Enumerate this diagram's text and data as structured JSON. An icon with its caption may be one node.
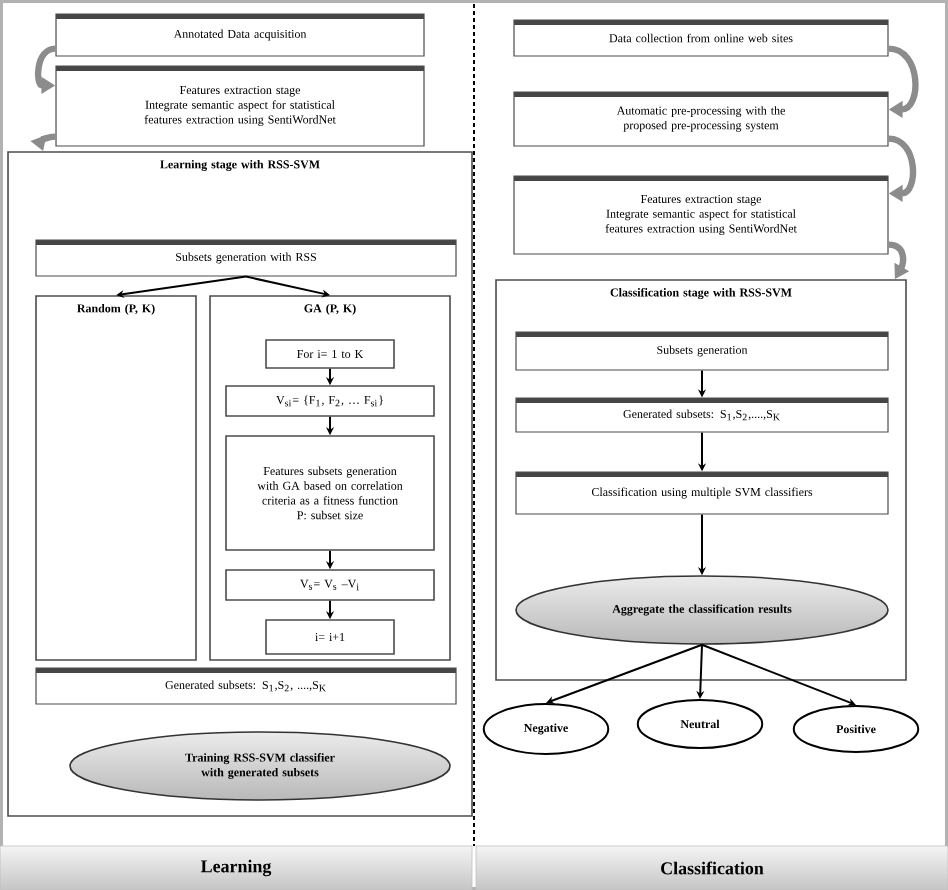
{
  "diagram": {
    "nodes": [
      {
        "text": [
          "Annotated Data acquisition"
        ]
      },
      {
        "text": [
          "Features extraction stage",
          "Integrate semantic aspect for statistical features extraction using SentiWordNet"
        ]
      },
      {
        "text": [
          "Learning stage with RSS-SVM"
        ]
      },
      {
        "text": [
          "Subsets generation with RSS"
        ],
        "in": 2
      },
      {
        "text": [
          "Random (P, K)"
        ],
        "in": 2
      },
      {
        "text": [
          "GA (P, K)"
        ],
        "in": 2
      },
      {
        "text": [
          "For i= 1 to K"
        ],
        "in": 5
      },
      {
        "text": [
          "V$_{si}$= {F$_{1}$, F$_{2}$, … F$_{si}$}"
        ],
        "in": 5
      },
      {
        "text": [
          "Features subsets generation with GA based on correlation criteria as a fitness function",
          "P: subset size"
        ],
        "in": 5
      },
      {
        "text": [
          "V$_{s}$= V$_{s}$ –V$_{i}$"
        ],
        "in": 5
      },
      {
        "text": [
          "i= i+1"
        ],
        "in": 5
      },
      {
        "text": [
          "Generated subsets: S$_{1}$,S$_{2}$, ....,S$_{K}$"
        ],
        "in": 2
      },
      {
        "text": [
          "Training RSS-SVM classifier with generated subsets"
        ],
        "in": 2
      },
      {
        "text": [
          "Data collection from online web sites"
        ]
      },
      {
        "text": [
          "Automatic pre-processing with the proposed pre-processing system"
        ]
      },
      {
        "text": [
          "Features extraction stage",
          "Integrate semantic aspect for statistical features extraction using SentiWordNet"
        ]
      },
      {
        "text": [
          "Classification stage with RSS-SVM"
        ]
      },
      {
        "text": [
          "Subsets generation"
        ],
        "in": 16
      },
      {
        "text": [
          "Generated subsets: S$_{1}$,S$_{2}$,....,S$_{K}$"
        ],
        "in": 16
      },
      {
        "text": [
          "Classification using multiple SVM classifiers"
        ],
        "in": 16
      },
      {
        "text": [
          "Aggregate the classification results"
        ],
        "in": 16
      },
      {
        "text": [
          "Negative"
        ]
      },
      {
        "text": [
          "Neutral"
        ]
      },
      {
        "text": [
          "Positive"
        ]
      },
      {
        "text": [
          "Learning"
        ]
      },
      {
        "text": [
          "Classification"
        ]
      }
    ],
    "edges": [
      {
        "from": 0,
        "to": 1,
        "arrow": "to",
        "style": "thick",
        "color": "#8c8c8c"
      },
      {
        "from": 1,
        "to": 2,
        "arrow": "to",
        "style": "thick",
        "color": "#8c8c8c"
      },
      {
        "from": 3,
        "to": 4,
        "arrow": "to"
      },
      {
        "from": 3,
        "to": 5,
        "arrow": "to"
      },
      {
        "from": 6,
        "to": 7,
        "arrow": "to"
      },
      {
        "from": 7,
        "to": 8,
        "arrow": "to"
      },
      {
        "from": 8,
        "to": 9,
        "arrow": "to"
      },
      {
        "from": 9,
        "to": 10,
        "arrow": "to"
      },
      {
        "from": 13,
        "to": 14,
        "arrow": "to",
        "style": "thick",
        "color": "#8c8c8c"
      },
      {
        "from": 14,
        "to": 15,
        "arrow": "to",
        "style": "thick",
        "color": "#8c8c8c"
      },
      {
        "from": 15,
        "to": 16,
        "arrow": "to",
        "style": "thick",
        "color": "#8c8c8c"
      },
      {
        "from": 17,
        "to": 18,
        "arrow": "to"
      },
      {
        "from": 18,
        "to": 19,
        "arrow": "to"
      },
      {
        "from": 19,
        "to": 20,
        "arrow": "to"
      },
      {
        "from": 20,
        "to": 21,
        "arrow": "to"
      },
      {
        "from": 20,
        "to": 22,
        "arrow": "to"
      },
      {
        "from": 20,
        "to": 23,
        "arrow": "to"
      }
    ]
  }
}
